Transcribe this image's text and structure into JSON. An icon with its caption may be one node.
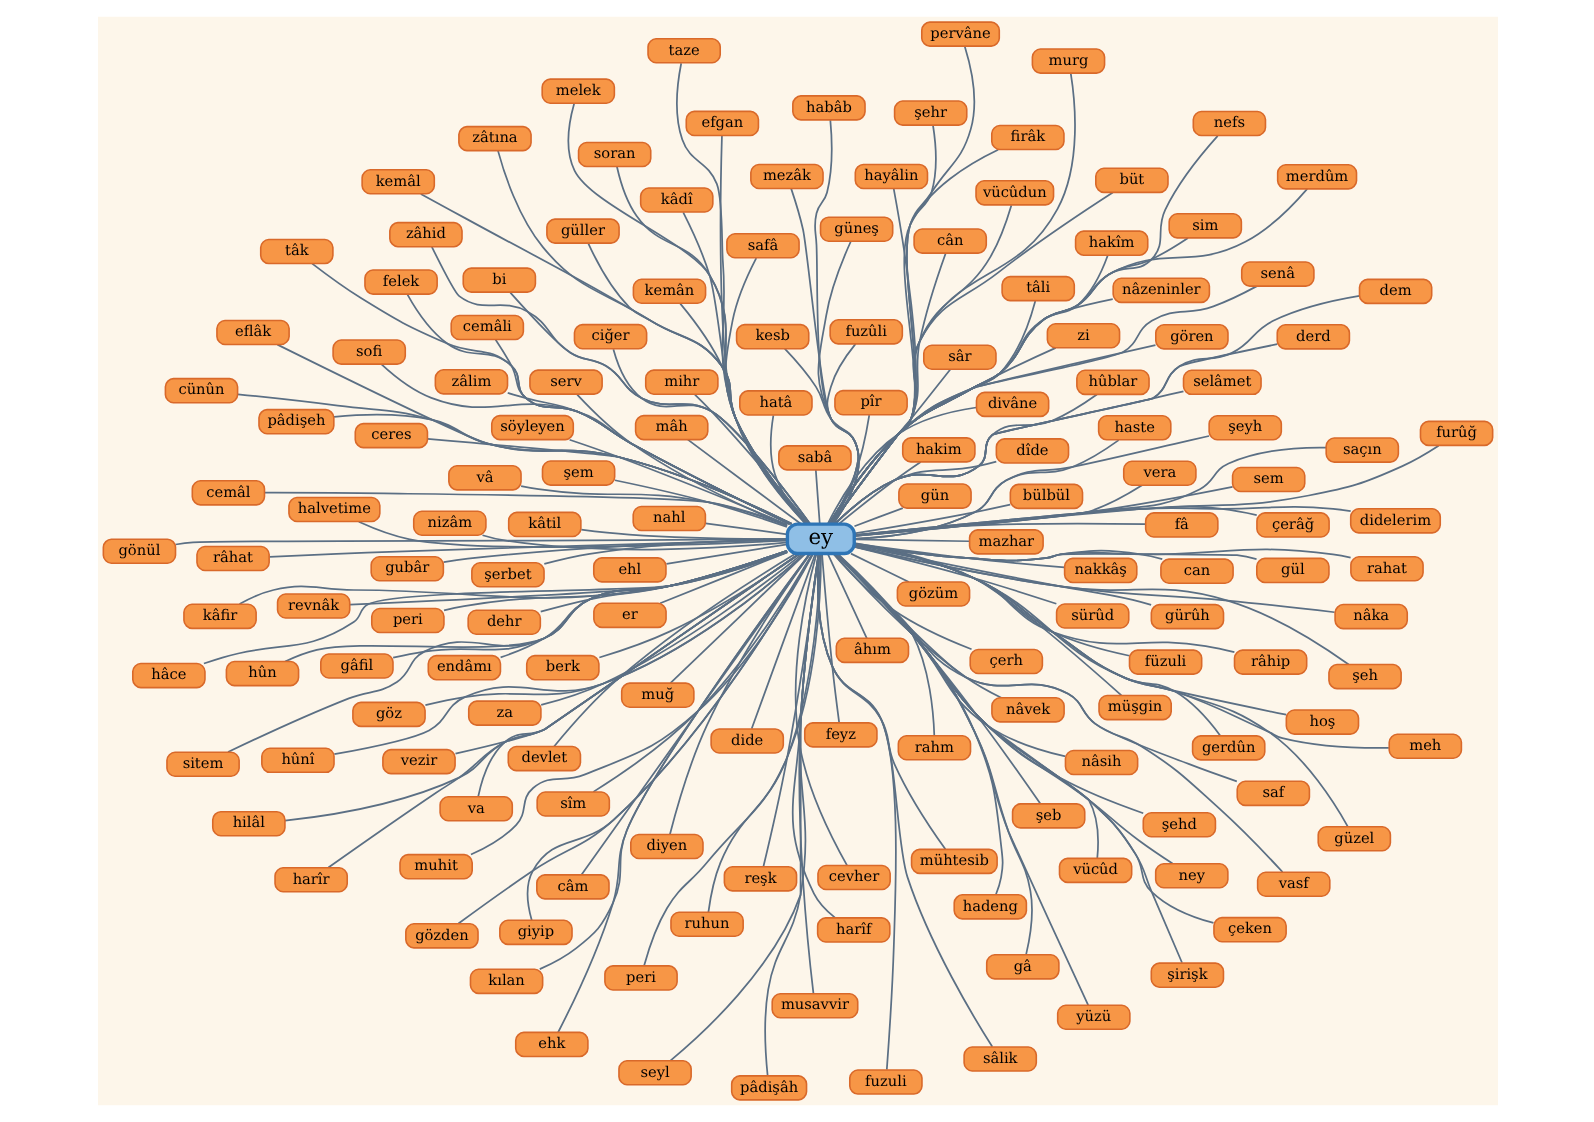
{
  "diagram": {
    "nodes": [
      {
        "text": [
          "ey"
        ]
      },
      {
        "text": [
          "çerh"
        ]
      },
      {
        "text": [
          "mühtesib"
        ]
      },
      {
        "text": [
          "bi"
        ]
      },
      {
        "text": [
          "şeh"
        ]
      },
      {
        "text": [
          "eflâk"
        ]
      },
      {
        "text": [
          "berk"
        ]
      },
      {
        "text": [
          "müşgin"
        ]
      },
      {
        "text": [
          "hadeng"
        ]
      },
      {
        "text": [
          "ney"
        ]
      },
      {
        "text": [
          "sâlik"
        ]
      },
      {
        "text": [
          "kâtil"
        ]
      },
      {
        "text": [
          "can"
        ]
      },
      {
        "text": [
          "çerâğ"
        ]
      },
      {
        "text": [
          "habâb"
        ]
      },
      {
        "text": [
          "şirişk"
        ]
      },
      {
        "text": [
          "nâvek"
        ]
      },
      {
        "text": [
          "serv"
        ]
      },
      {
        "text": [
          "zâlim"
        ]
      },
      {
        "text": [
          "felek"
        ]
      },
      {
        "text": [
          "sitem"
        ]
      },
      {
        "text": [
          "ehl"
        ]
      },
      {
        "text": [
          "zi"
        ]
      },
      {
        "text": [
          "hakîm"
        ]
      },
      {
        "text": [
          "soran"
        ]
      },
      {
        "text": [
          "yüzü"
        ]
      },
      {
        "text": [
          "dîde"
        ]
      },
      {
        "text": [
          "vâ"
        ]
      },
      {
        "text": [
          "ruhun"
        ]
      },
      {
        "text": [
          "hoş"
        ]
      },
      {
        "text": [
          "murg"
        ]
      },
      {
        "text": [
          "gözüm"
        ]
      },
      {
        "text": [
          "za"
        ]
      },
      {
        "text": [
          "cemâli"
        ]
      },
      {
        "text": [
          "derd"
        ]
      },
      {
        "text": [
          "çeken"
        ]
      },
      {
        "text": [
          "sabâ"
        ]
      },
      {
        "text": [
          "tâli"
        ]
      },
      {
        "text": [
          "halvetime"
        ]
      },
      {
        "text": [
          "cemâl"
        ]
      },
      {
        "text": [
          "melek"
        ]
      },
      {
        "text": [
          "mâh"
        ]
      },
      {
        "text": [
          "nizâm"
        ]
      },
      {
        "text": [
          "şeyh"
        ]
      },
      {
        "text": [
          "nâka"
        ]
      },
      {
        "text": [
          "hâce"
        ]
      },
      {
        "text": [
          "sürûd"
        ]
      },
      {
        "text": [
          "füzuli"
        ]
      },
      {
        "text": [
          "gül"
        ]
      },
      {
        "text": [
          "rahat"
        ]
      },
      {
        "text": [
          "gönül"
        ]
      },
      {
        "text": [
          "bülbül"
        ]
      },
      {
        "text": [
          "cân"
        ]
      },
      {
        "text": [
          "mezâk"
        ]
      },
      {
        "text": [
          "büt"
        ]
      },
      {
        "text": [
          "fuzuli"
        ]
      },
      {
        "text": [
          "er"
        ]
      },
      {
        "text": [
          "kemân"
        ]
      },
      {
        "text": [
          "selâmet"
        ]
      },
      {
        "text": [
          "zâhid"
        ]
      },
      {
        "text": [
          "zâtına"
        ]
      },
      {
        "text": [
          "kesb"
        ]
      },
      {
        "text": [
          "endâmı"
        ]
      },
      {
        "text": [
          "gören"
        ]
      },
      {
        "text": [
          "didelerim"
        ]
      },
      {
        "text": [
          "harîr"
        ]
      },
      {
        "text": [
          "gün"
        ]
      },
      {
        "text": [
          "haste"
        ]
      },
      {
        "text": [
          "vücûd"
        ]
      },
      {
        "text": [
          "hûn"
        ]
      },
      {
        "text": [
          "ehk"
        ]
      },
      {
        "text": [
          "fuzûli"
        ]
      },
      {
        "text": [
          "safâ"
        ]
      },
      {
        "text": [
          "gâfil"
        ]
      },
      {
        "text": [
          "peri"
        ]
      },
      {
        "text": [
          "vasf"
        ]
      },
      {
        "text": [
          "hakim"
        ]
      },
      {
        "text": [
          "sîm"
        ]
      },
      {
        "text": [
          "vezir"
        ]
      },
      {
        "text": [
          "saçın"
        ]
      },
      {
        "text": [
          "tâk"
        ]
      },
      {
        "text": [
          "dehr"
        ]
      },
      {
        "text": [
          "fâ"
        ]
      },
      {
        "text": [
          "şehd"
        ]
      },
      {
        "text": [
          "efgan"
        ]
      },
      {
        "text": [
          "taze"
        ]
      },
      {
        "text": [
          "hatâ"
        ]
      },
      {
        "text": [
          "ciğer"
        ]
      },
      {
        "text": [
          "güller"
        ]
      },
      {
        "text": [
          "giyip"
        ]
      },
      {
        "text": [
          "pervâne"
        ]
      },
      {
        "text": [
          "şerbet"
        ]
      },
      {
        "text": [
          "hûblar"
        ]
      },
      {
        "text": [
          "kâdî"
        ]
      },
      {
        "text": [
          "kâfir"
        ]
      },
      {
        "text": [
          "seyl"
        ]
      },
      {
        "text": [
          "âhım"
        ]
      },
      {
        "text": [
          "gürûh"
        ]
      },
      {
        "text": [
          "râhip"
        ]
      },
      {
        "text": [
          "muhit"
        ]
      },
      {
        "text": [
          "dem"
        ]
      },
      {
        "text": [
          "pîr"
        ]
      },
      {
        "text": [
          "peri"
        ]
      },
      {
        "text": [
          "göz"
        ]
      },
      {
        "text": [
          "sofi"
        ]
      },
      {
        "text": [
          "furûğ"
        ]
      },
      {
        "text": [
          "nakkâş"
        ]
      },
      {
        "text": [
          "vera"
        ]
      },
      {
        "text": [
          "vücûdun"
        ]
      },
      {
        "text": [
          "şehr"
        ]
      },
      {
        "text": [
          "güzel"
        ]
      },
      {
        "text": [
          "divâne"
        ]
      },
      {
        "text": [
          "söyleyen"
        ]
      },
      {
        "text": [
          "revnâk"
        ]
      },
      {
        "text": [
          "râhat"
        ]
      },
      {
        "text": [
          "kemâl"
        ]
      },
      {
        "text": [
          "şem"
        ]
      },
      {
        "text": [
          "devlet"
        ]
      },
      {
        "text": [
          "harîf"
        ]
      },
      {
        "text": [
          "sim"
        ]
      },
      {
        "text": [
          "kılan"
        ]
      },
      {
        "text": [
          "muğ"
        ]
      },
      {
        "text": [
          "şeb"
        ]
      },
      {
        "text": [
          "gerdûn"
        ]
      },
      {
        "text": [
          "saf"
        ]
      },
      {
        "text": [
          "gözden"
        ]
      },
      {
        "text": [
          "nahl"
        ]
      },
      {
        "text": [
          "cevher"
        ]
      },
      {
        "text": [
          "nâzeninler"
        ]
      },
      {
        "text": [
          "pâdişeh"
        ]
      },
      {
        "text": [
          "nefs"
        ]
      },
      {
        "text": [
          "sâr"
        ]
      },
      {
        "text": [
          "reşk"
        ]
      },
      {
        "text": [
          "sem"
        ]
      },
      {
        "text": [
          "firâk"
        ]
      },
      {
        "text": [
          "hilâl"
        ]
      },
      {
        "text": [
          "rahm"
        ]
      },
      {
        "text": [
          "nâsih"
        ]
      },
      {
        "text": [
          "ceres"
        ]
      },
      {
        "text": [
          "gâ"
        ]
      },
      {
        "text": [
          "merdûm"
        ]
      },
      {
        "text": [
          "dide"
        ]
      },
      {
        "text": [
          "güneş"
        ]
      },
      {
        "text": [
          "va"
        ]
      },
      {
        "text": [
          "hûnî"
        ]
      },
      {
        "text": [
          "cünûn"
        ]
      },
      {
        "text": [
          "mihr"
        ]
      },
      {
        "text": [
          "gubâr"
        ]
      },
      {
        "text": [
          "hayâlin"
        ]
      },
      {
        "text": [
          "senâ"
        ]
      },
      {
        "text": [
          "meh"
        ]
      },
      {
        "text": [
          "feyz"
        ]
      },
      {
        "text": [
          "diyen"
        ]
      },
      {
        "text": [
          "câm"
        ]
      },
      {
        "text": [
          "musavvir"
        ]
      },
      {
        "text": [
          "pâdişâh"
        ]
      },
      {
        "text": [
          "mazhar"
        ]
      }
    ],
    "edges": [
      {
        "from": 0,
        "to": 1,
        "arrow": "none"
      },
      {
        "from": 0,
        "to": 2,
        "arrow": "none"
      },
      {
        "from": 0,
        "to": 3,
        "arrow": "none"
      },
      {
        "from": 0,
        "to": 4,
        "arrow": "none"
      },
      {
        "from": 0,
        "to": 5,
        "arrow": "none"
      },
      {
        "from": 0,
        "to": 6,
        "arrow": "none"
      },
      {
        "from": 0,
        "to": 7,
        "arrow": "none"
      },
      {
        "from": 0,
        "to": 8,
        "arrow": "none"
      },
      {
        "from": 0,
        "to": 9,
        "arrow": "none"
      },
      {
        "from": 0,
        "to": 10,
        "arrow": "none"
      },
      {
        "from": 0,
        "to": 11,
        "arrow": "none"
      },
      {
        "from": 0,
        "to": 12,
        "arrow": "none"
      },
      {
        "from": 0,
        "to": 13,
        "arrow": "none"
      },
      {
        "from": 0,
        "to": 14,
        "arrow": "none"
      },
      {
        "from": 0,
        "to": 15,
        "arrow": "none"
      },
      {
        "from": 0,
        "to": 16,
        "arrow": "none"
      },
      {
        "from": 0,
        "to": 17,
        "arrow": "none"
      },
      {
        "from": 0,
        "to": 18,
        "arrow": "none"
      },
      {
        "from": 0,
        "to": 19,
        "arrow": "none"
      },
      {
        "from": 0,
        "to": 20,
        "arrow": "none"
      },
      {
        "from": 0,
        "to": 21,
        "arrow": "none"
      },
      {
        "from": 0,
        "to": 22,
        "arrow": "none"
      },
      {
        "from": 0,
        "to": 23,
        "arrow": "none"
      },
      {
        "from": 0,
        "to": 24,
        "arrow": "none"
      },
      {
        "from": 0,
        "to": 25,
        "arrow": "none"
      },
      {
        "from": 0,
        "to": 26,
        "arrow": "none"
      },
      {
        "from": 0,
        "to": 27,
        "arrow": "none"
      },
      {
        "from": 0,
        "to": 28,
        "arrow": "none"
      },
      {
        "from": 0,
        "to": 29,
        "arrow": "none"
      },
      {
        "from": 0,
        "to": 30,
        "arrow": "none"
      },
      {
        "from": 0,
        "to": 31,
        "arrow": "none"
      },
      {
        "from": 0,
        "to": 32,
        "arrow": "none"
      },
      {
        "from": 0,
        "to": 33,
        "arrow": "none"
      },
      {
        "from": 0,
        "to": 34,
        "arrow": "none"
      },
      {
        "from": 0,
        "to": 35,
        "arrow": "none"
      },
      {
        "from": 0,
        "to": 36,
        "arrow": "none"
      },
      {
        "from": 0,
        "to": 37,
        "arrow": "none"
      },
      {
        "from": 0,
        "to": 38,
        "arrow": "none"
      },
      {
        "from": 0,
        "to": 39,
        "arrow": "none"
      },
      {
        "from": 0,
        "to": 40,
        "arrow": "none"
      },
      {
        "from": 0,
        "to": 41,
        "arrow": "none"
      },
      {
        "from": 0,
        "to": 42,
        "arrow": "none"
      },
      {
        "from": 0,
        "to": 43,
        "arrow": "none"
      },
      {
        "from": 0,
        "to": 44,
        "arrow": "none"
      },
      {
        "from": 0,
        "to": 45,
        "arrow": "none"
      },
      {
        "from": 0,
        "to": 46,
        "arrow": "none"
      },
      {
        "from": 0,
        "to": 47,
        "arrow": "none"
      },
      {
        "from": 0,
        "to": 48,
        "arrow": "none"
      },
      {
        "from": 0,
        "to": 49,
        "arrow": "none"
      },
      {
        "from": 0,
        "to": 50,
        "arrow": "none"
      },
      {
        "from": 0,
        "to": 51,
        "arrow": "none"
      },
      {
        "from": 0,
        "to": 52,
        "arrow": "none"
      },
      {
        "from": 0,
        "to": 53,
        "arrow": "none"
      },
      {
        "from": 0,
        "to": 54,
        "arrow": "none"
      },
      {
        "from": 0,
        "to": 55,
        "arrow": "none"
      },
      {
        "from": 0,
        "to": 56,
        "arrow": "none"
      },
      {
        "from": 0,
        "to": 57,
        "arrow": "none"
      },
      {
        "from": 0,
        "to": 58,
        "arrow": "none"
      },
      {
        "from": 0,
        "to": 59,
        "arrow": "none"
      },
      {
        "from": 0,
        "to": 60,
        "arrow": "none"
      },
      {
        "from": 0,
        "to": 61,
        "arrow": "none"
      },
      {
        "from": 0,
        "to": 62,
        "arrow": "none"
      },
      {
        "from": 0,
        "to": 63,
        "arrow": "none"
      },
      {
        "from": 0,
        "to": 64,
        "arrow": "none"
      },
      {
        "from": 0,
        "to": 65,
        "arrow": "none"
      },
      {
        "from": 0,
        "to": 66,
        "arrow": "none"
      },
      {
        "from": 0,
        "to": 67,
        "arrow": "none"
      },
      {
        "from": 0,
        "to": 68,
        "arrow": "none"
      },
      {
        "from": 0,
        "to": 69,
        "arrow": "none"
      },
      {
        "from": 0,
        "to": 70,
        "arrow": "none"
      },
      {
        "from": 0,
        "to": 71,
        "arrow": "none"
      },
      {
        "from": 0,
        "to": 72,
        "arrow": "none"
      },
      {
        "from": 0,
        "to": 73,
        "arrow": "none"
      },
      {
        "from": 0,
        "to": 74,
        "arrow": "none"
      },
      {
        "from": 0,
        "to": 75,
        "arrow": "none"
      },
      {
        "from": 0,
        "to": 76,
        "arrow": "none"
      },
      {
        "from": 0,
        "to": 77,
        "arrow": "none"
      },
      {
        "from": 0,
        "to": 78,
        "arrow": "none"
      },
      {
        "from": 0,
        "to": 79,
        "arrow": "none"
      },
      {
        "from": 0,
        "to": 80,
        "arrow": "none"
      },
      {
        "from": 0,
        "to": 81,
        "arrow": "none"
      },
      {
        "from": 0,
        "to": 82,
        "arrow": "none"
      },
      {
        "from": 0,
        "to": 83,
        "arrow": "none"
      },
      {
        "from": 0,
        "to": 84,
        "arrow": "none"
      },
      {
        "from": 0,
        "to": 85,
        "arrow": "none"
      },
      {
        "from": 0,
        "to": 86,
        "arrow": "none"
      },
      {
        "from": 0,
        "to": 87,
        "arrow": "none"
      },
      {
        "from": 0,
        "to": 88,
        "arrow": "none"
      },
      {
        "from": 0,
        "to": 89,
        "arrow": "none"
      },
      {
        "from": 0,
        "to": 90,
        "arrow": "none"
      },
      {
        "from": 0,
        "to": 91,
        "arrow": "none"
      },
      {
        "from": 0,
        "to": 92,
        "arrow": "none"
      },
      {
        "from": 0,
        "to": 93,
        "arrow": "none"
      },
      {
        "from": 0,
        "to": 94,
        "arrow": "none"
      },
      {
        "from": 0,
        "to": 95,
        "arrow": "none"
      },
      {
        "from": 0,
        "to": 96,
        "arrow": "none"
      },
      {
        "from": 0,
        "to": 97,
        "arrow": "none"
      },
      {
        "from": 0,
        "to": 98,
        "arrow": "none"
      },
      {
        "from": 0,
        "to": 99,
        "arrow": "none"
      },
      {
        "from": 0,
        "to": 100,
        "arrow": "none"
      },
      {
        "from": 0,
        "to": 101,
        "arrow": "none"
      },
      {
        "from": 0,
        "to": 102,
        "arrow": "none"
      },
      {
        "from": 0,
        "to": 103,
        "arrow": "none"
      },
      {
        "from": 0,
        "to": 104,
        "arrow": "none"
      },
      {
        "from": 0,
        "to": 105,
        "arrow": "none"
      },
      {
        "from": 0,
        "to": 106,
        "arrow": "none"
      },
      {
        "from": 0,
        "to": 107,
        "arrow": "none"
      },
      {
        "from": 0,
        "to": 108,
        "arrow": "none"
      },
      {
        "from": 0,
        "to": 109,
        "arrow": "none"
      },
      {
        "from": 0,
        "to": 110,
        "arrow": "none"
      },
      {
        "from": 0,
        "to": 111,
        "arrow": "none"
      },
      {
        "from": 0,
        "to": 112,
        "arrow": "none"
      },
      {
        "from": 0,
        "to": 113,
        "arrow": "none"
      },
      {
        "from": 0,
        "to": 114,
        "arrow": "none"
      },
      {
        "from": 0,
        "to": 115,
        "arrow": "none"
      },
      {
        "from": 0,
        "to": 116,
        "arrow": "none"
      },
      {
        "from": 0,
        "to": 117,
        "arrow": "none"
      },
      {
        "from": 0,
        "to": 118,
        "arrow": "none"
      },
      {
        "from": 0,
        "to": 119,
        "arrow": "none"
      },
      {
        "from": 0,
        "to": 120,
        "arrow": "none"
      },
      {
        "from": 0,
        "to": 121,
        "arrow": "none"
      },
      {
        "from": 0,
        "to": 122,
        "arrow": "none"
      },
      {
        "from": 0,
        "to": 123,
        "arrow": "none"
      },
      {
        "from": 0,
        "to": 124,
        "arrow": "none"
      },
      {
        "from": 0,
        "to": 125,
        "arrow": "none"
      },
      {
        "from": 0,
        "to": 126,
        "arrow": "none"
      },
      {
        "from": 0,
        "to": 127,
        "arrow": "none"
      },
      {
        "from": 0,
        "to": 128,
        "arrow": "none"
      },
      {
        "from": 0,
        "to": 129,
        "arrow": "none"
      },
      {
        "from": 0,
        "to": 130,
        "arrow": "none"
      },
      {
        "from": 0,
        "to": 131,
        "arrow": "none"
      },
      {
        "from": 0,
        "to": 132,
        "arrow": "none"
      },
      {
        "from": 0,
        "to": 133,
        "arrow": "none"
      },
      {
        "from": 0,
        "to": 134,
        "arrow": "none"
      },
      {
        "from": 0,
        "to": 135,
        "arrow": "none"
      },
      {
        "from": 0,
        "to": 136,
        "arrow": "none"
      },
      {
        "from": 0,
        "to": 137,
        "arrow": "none"
      },
      {
        "from": 0,
        "to": 138,
        "arrow": "none"
      },
      {
        "from": 0,
        "to": 139,
        "arrow": "none"
      },
      {
        "from": 0,
        "to": 140,
        "arrow": "none"
      },
      {
        "from": 0,
        "to": 141,
        "arrow": "none"
      },
      {
        "from": 0,
        "to": 142,
        "arrow": "none"
      },
      {
        "from": 0,
        "to": 143,
        "arrow": "none"
      },
      {
        "from": 0,
        "to": 144,
        "arrow": "none"
      },
      {
        "from": 0,
        "to": 145,
        "arrow": "none"
      },
      {
        "from": 0,
        "to": 146,
        "arrow": "none"
      },
      {
        "from": 0,
        "to": 147,
        "arrow": "none"
      },
      {
        "from": 0,
        "to": 148,
        "arrow": "none"
      },
      {
        "from": 0,
        "to": 149,
        "arrow": "none"
      },
      {
        "from": 0,
        "to": 150,
        "arrow": "none"
      },
      {
        "from": 0,
        "to": 151,
        "arrow": "none"
      },
      {
        "from": 0,
        "to": 152,
        "arrow": "none"
      },
      {
        "from": 0,
        "to": 153,
        "arrow": "none"
      },
      {
        "from": 0,
        "to": 154,
        "arrow": "none"
      },
      {
        "from": 0,
        "to": 155,
        "arrow": "none"
      },
      {
        "from": 0,
        "to": 156,
        "arrow": "none"
      }
    ]
  }
}
